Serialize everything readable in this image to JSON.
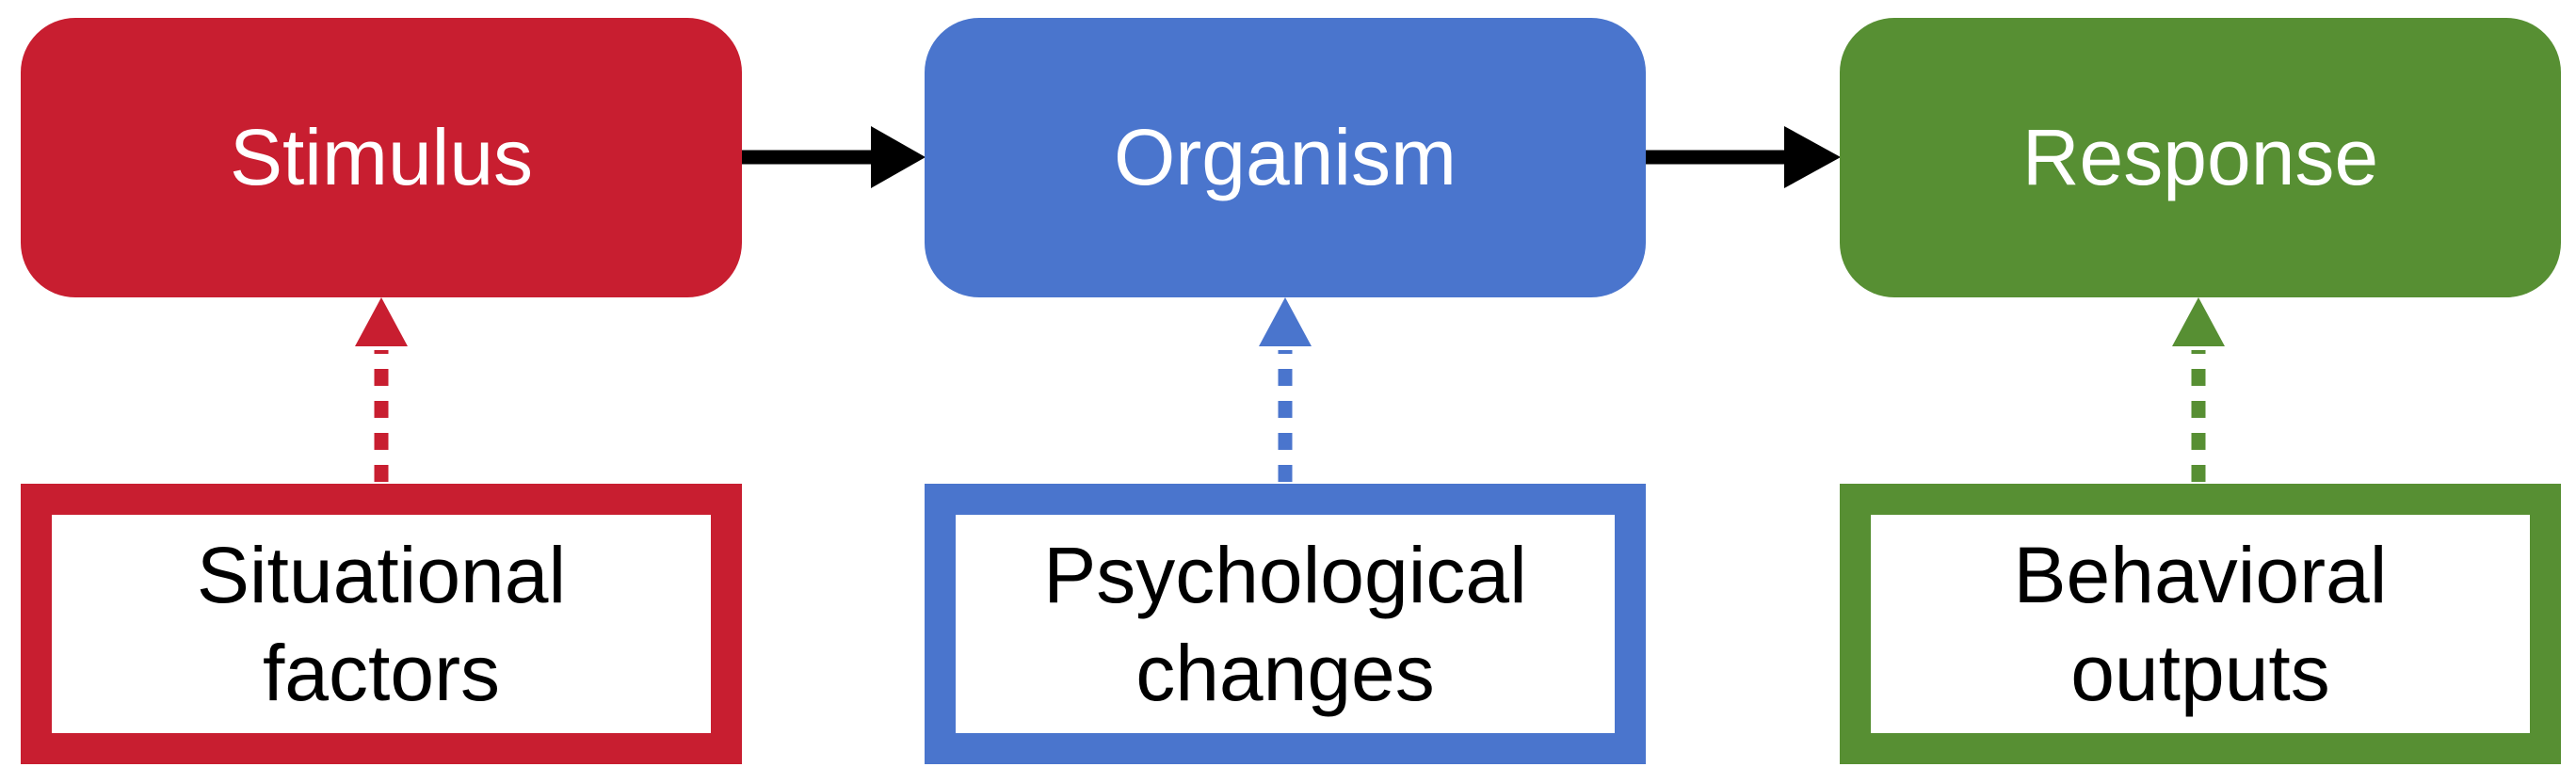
{
  "colors": {
    "red": "#c81e30",
    "blue": "#4a75cd",
    "green": "#578f33",
    "arrow": "#000000",
    "background": "#ffffff",
    "stage_text": "#ffffff",
    "factor_text": "#000000"
  },
  "stages": [
    {
      "label": "Stimulus",
      "color": "#c81e30"
    },
    {
      "label": "Organism",
      "color": "#4a75cd"
    },
    {
      "label": "Response",
      "color": "#578f33"
    }
  ],
  "factors": [
    {
      "label": "Situational\nfactors",
      "color": "#c81e30"
    },
    {
      "label": "Psychological\nchanges",
      "color": "#4a75cd"
    },
    {
      "label": "Behavioral\noutputs",
      "color": "#578f33"
    }
  ]
}
